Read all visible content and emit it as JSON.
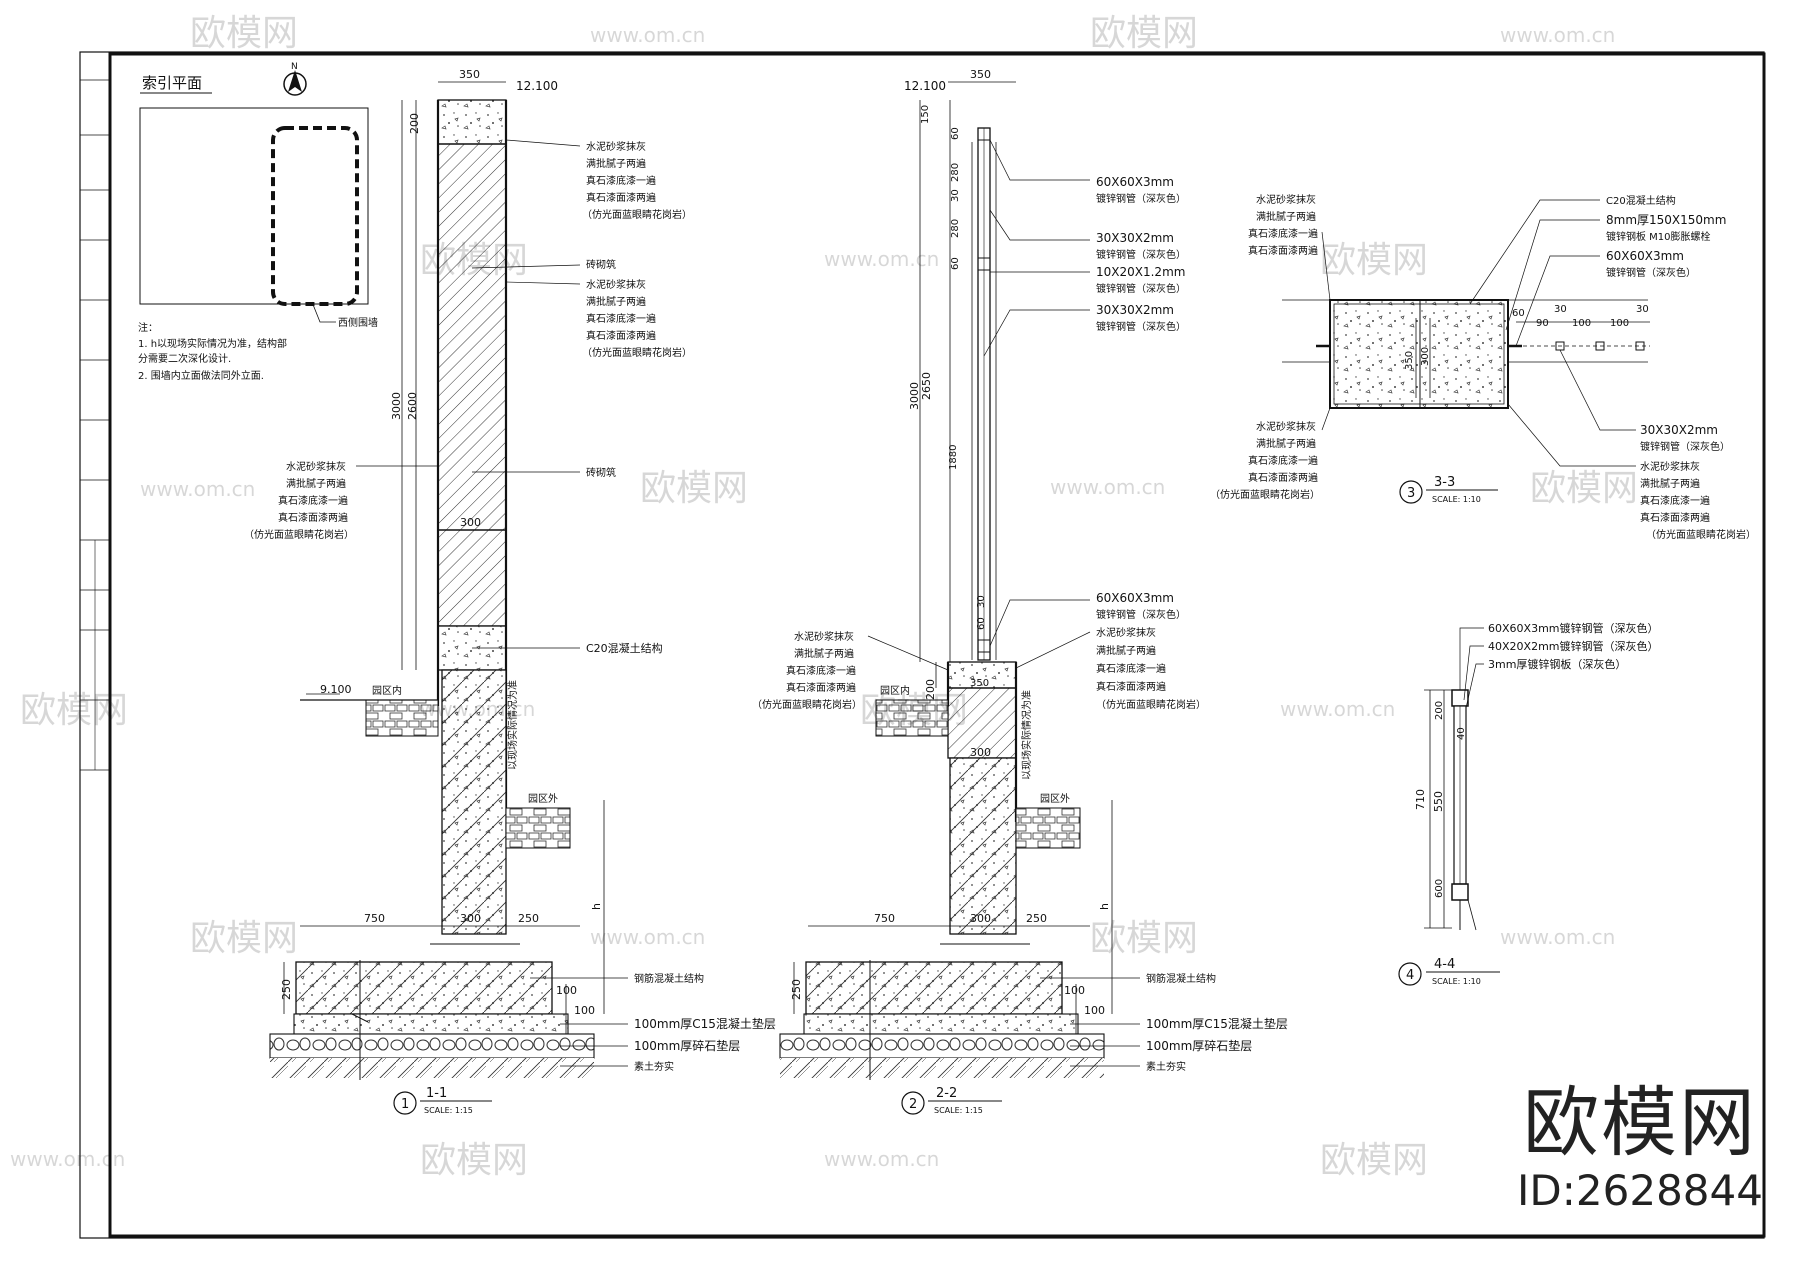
{
  "watermark": {
    "brand": "欧模网",
    "site": "www.om.cn",
    "id_label": "ID:2628844"
  },
  "index_plan": {
    "title": "索引平面",
    "north": "N",
    "wall_label": "西侧围墙",
    "notes": [
      "注：",
      "1. h以现场实际情况为准，结构部",
      "分需要二次深化设计.",
      "2. 围墙内立面做法同外立面."
    ]
  },
  "section_1": {
    "number": "1",
    "title": "1-1",
    "scale": "SCALE:  1:15",
    "dims": {
      "top_width": "350",
      "top_elev": "12.100",
      "d200": "200",
      "d3000": "3000",
      "d2600": "2600",
      "d300": "300",
      "ground_elev": "9.100",
      "d750": "750",
      "d300b": "300",
      "d250": "250",
      "d250v": "250",
      "d100a": "100",
      "d100b": "100",
      "h": "h"
    },
    "labels": {
      "inside": "园区内",
      "outside": "园区外",
      "by_site": "以现场实际情况为准",
      "finish_top": [
        "水泥砂浆抹灰",
        "满批腻子两遍",
        "真石漆底漆一遍",
        "真石漆面漆两遍",
        "（仿光面蓝眼睛花岗岩）"
      ],
      "brick": "砖砌筑",
      "finish_mid": [
        "水泥砂浆抹灰",
        "满批腻子两遍",
        "真石漆底漆一遍",
        "真石漆面漆两遍",
        "（仿光面蓝眼睛花岗岩）"
      ],
      "finish_left": [
        "水泥砂浆抹灰",
        "满批腻子两遍",
        "真石漆底漆一遍",
        "真石漆面漆两遍",
        "（仿光面蓝眼睛花岗岩）"
      ],
      "brick2": "砖砌筑",
      "c20": "C20混凝土结构",
      "rc": "钢筋混凝土结构",
      "c15": "100mm厚C15混凝土垫层",
      "gravel": "100mm厚碎石垫层",
      "soil": "素土夯实"
    }
  },
  "section_2": {
    "number": "2",
    "title": "2-2",
    "scale": "SCALE:  1:15",
    "dims": {
      "top_width": "350",
      "top_elev": "12.100",
      "d150": "150",
      "d60a": "60",
      "d280a": "280",
      "d30": "30",
      "d280b": "280",
      "d60b": "60",
      "d3000": "3000",
      "d2650": "2650",
      "d1880": "1880",
      "d30b": "30",
      "d60c": "60",
      "d200": "200",
      "d350": "350",
      "d300": "300",
      "d750": "750",
      "d300b": "300",
      "d250": "250",
      "d250v": "250",
      "d100a": "100",
      "d100b": "100",
      "h": "h"
    },
    "labels": {
      "pipe1": [
        "60X60X3mm",
        "镀锌钢管（深灰色）"
      ],
      "pipe2": [
        "30X30X2mm",
        "镀锌钢管（深灰色）"
      ],
      "pipe3": [
        "10X20X1.2mm",
        "镀锌钢管（深灰色）"
      ],
      "pipe4": [
        "30X30X2mm",
        "镀锌钢管（深灰色）"
      ],
      "pipe5": [
        "60X60X3mm",
        "镀锌钢管（深灰色）"
      ],
      "finish_right": [
        "水泥砂浆抹灰",
        "满批腻子两遍",
        "真石漆底漆一遍",
        "真石漆面漆两遍",
        "（仿光面蓝眼睛花岗岩）"
      ],
      "finish_left": [
        "水泥砂浆抹灰",
        "满批腻子两遍",
        "真石漆底漆一遍",
        "真石漆面漆两遍",
        "（仿光面蓝眼睛花岗岩）"
      ],
      "inside": "园区内",
      "outside": "园区外",
      "by_site": "以现场实际情况为准",
      "rc": "钢筋混凝土结构",
      "c15": "100mm厚C15混凝土垫层",
      "gravel": "100mm厚碎石垫层",
      "soil": "素土夯实"
    }
  },
  "section_3": {
    "number": "3",
    "title": "3-3",
    "scale": "SCALE:  1:10",
    "dims": {
      "d60": "60",
      "d30a": "30",
      "d90": "90",
      "d100a": "100",
      "d100b": "100",
      "d30b": "30",
      "d350": "350",
      "d300": "300"
    },
    "labels": {
      "finish_top": [
        "水泥砂浆抹灰",
        "满批腻子两遍",
        "真石漆底漆一遍",
        "真石漆面漆两遍"
      ],
      "c20": "C20混凝土结构",
      "plate": [
        "8mm厚150X150mm",
        "镀锌钢板 M10膨胀螺栓"
      ],
      "pipe60": [
        "60X60X3mm",
        "镀锌钢管（深灰色）"
      ],
      "finish_bottom": [
        "水泥砂浆抹灰",
        "满批腻子两遍",
        "真石漆底漆一遍",
        "真石漆面漆两遍",
        "（仿光面蓝眼睛花岗岩）"
      ],
      "pipe30": [
        "30X30X2mm",
        "镀锌钢管（深灰色）"
      ],
      "finish_right": [
        "水泥砂浆抹灰",
        "满批腻子两遍",
        "真石漆底漆一遍",
        "真石漆面漆两遍",
        "（仿光面蓝眼睛花岗岩）"
      ]
    }
  },
  "section_4": {
    "number": "4",
    "title": "4-4",
    "scale": "SCALE:  1:10",
    "dims": {
      "d710": "710",
      "d200": "200",
      "d40": "40",
      "d550": "550",
      "d600": "600"
    },
    "labels": {
      "l1": "60X60X3mm镀锌钢管（深灰色）",
      "l2": "40X20X2mm镀锌钢管（深灰色）",
      "l3": "3mm厚镀锌钢板（深灰色）"
    }
  }
}
